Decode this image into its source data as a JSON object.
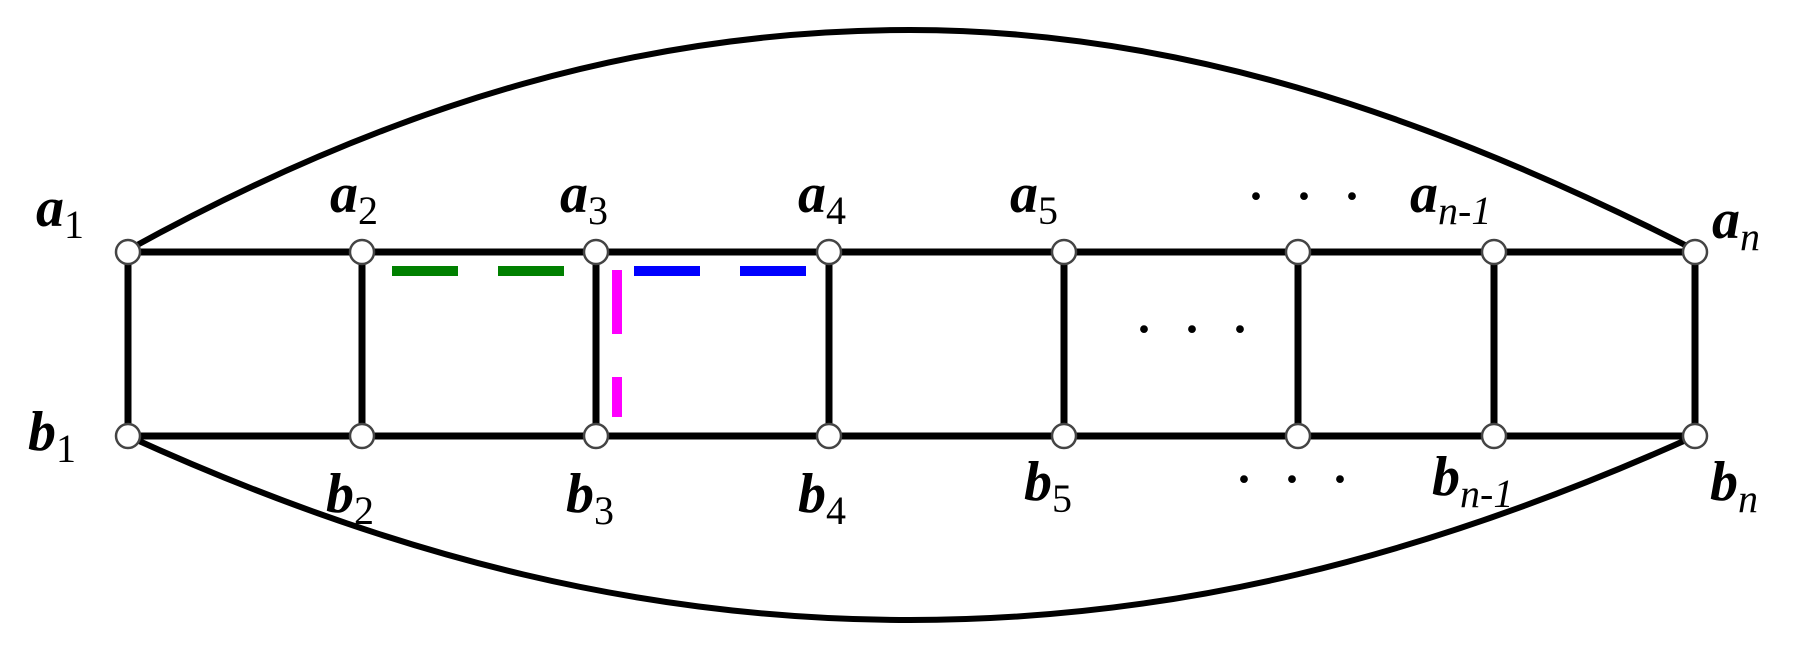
{
  "diagram": {
    "type": "graph",
    "description": "Ladder (prism) graph with top path a1..an, bottom path b1..bn, rungs ai-bi, and outer arcs a1-an and b1-bn",
    "top_labels": [
      {
        "base": "a",
        "sub": "1"
      },
      {
        "base": "a",
        "sub": "2"
      },
      {
        "base": "a",
        "sub": "3"
      },
      {
        "base": "a",
        "sub": "4"
      },
      {
        "base": "a",
        "sub": "5"
      },
      {
        "base": "a",
        "sub": "n-1"
      },
      {
        "base": "a",
        "sub": "n"
      }
    ],
    "bottom_labels": [
      {
        "base": "b",
        "sub": "1"
      },
      {
        "base": "b",
        "sub": "2"
      },
      {
        "base": "b",
        "sub": "3"
      },
      {
        "base": "b",
        "sub": "4"
      },
      {
        "base": "b",
        "sub": "5"
      },
      {
        "base": "b",
        "sub": "n-1"
      },
      {
        "base": "b",
        "sub": "n"
      }
    ],
    "ellipsis": "· · ·",
    "highlighted_paths": [
      {
        "name": "a2-a3",
        "color": "#008000"
      },
      {
        "name": "a3-a4",
        "color": "#0000ff"
      },
      {
        "name": "a3-b3",
        "color": "#ff00ff"
      }
    ]
  }
}
